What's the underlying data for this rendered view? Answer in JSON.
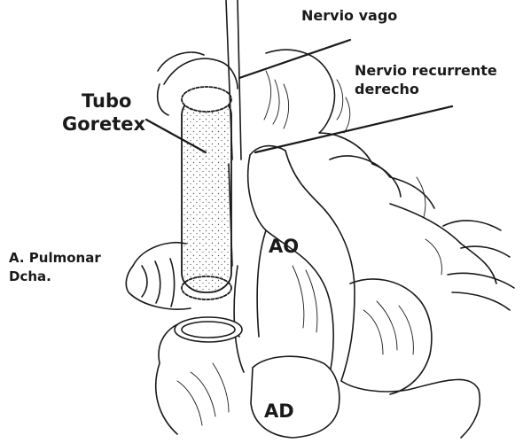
{
  "labels": {
    "nervio_vago": "Nervio vago",
    "nervio_recurrente_line1": "Nervio recurrente",
    "nervio_recurrente_line2": "derecho",
    "tubo_line1": "Tubo",
    "tubo_line2": "Goretex",
    "pulmonar_line1": "A. Pulmonar",
    "pulmonar_line2": "Dcha.",
    "ao": "AO",
    "ad": "AD"
  },
  "colors": {
    "ink": "#1a1a1a",
    "background": "#ffffff",
    "stipple": "#555555"
  }
}
